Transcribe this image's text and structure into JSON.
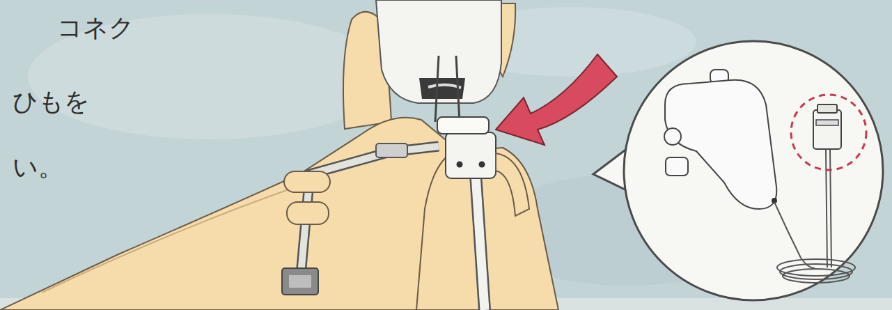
{
  "diagram": {
    "labels": [
      "コネク",
      "ひもを",
      "い。"
    ]
  }
}
